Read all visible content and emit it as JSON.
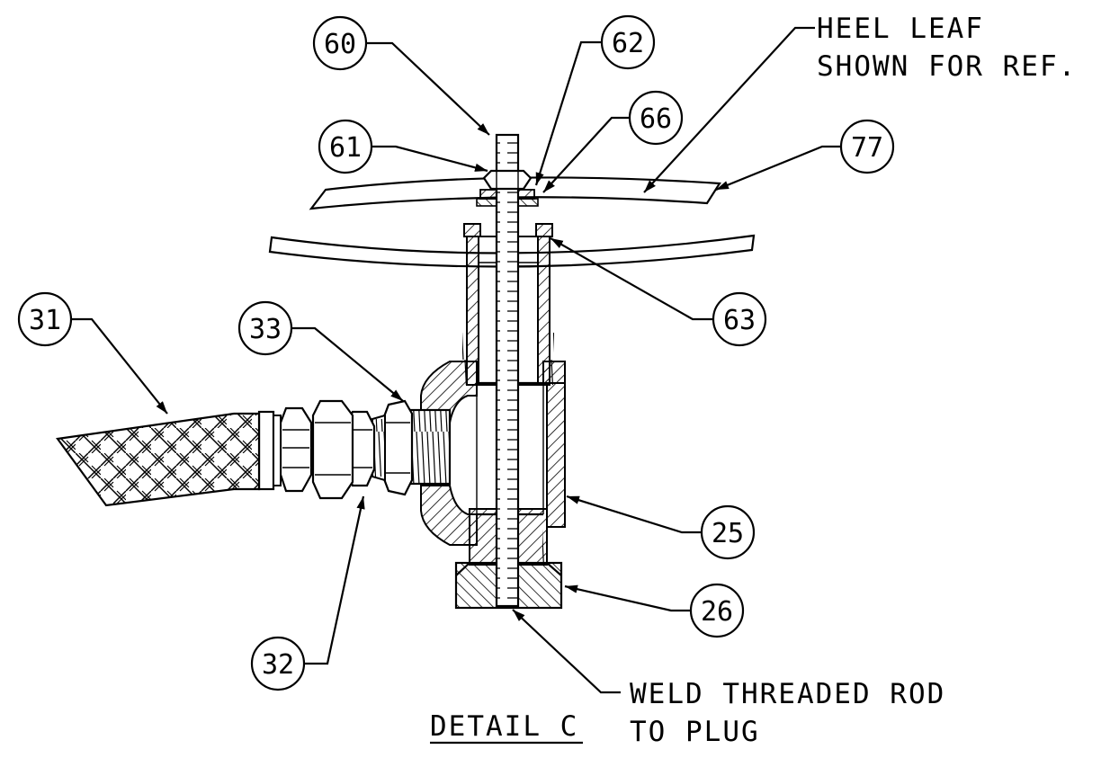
{
  "notes": {
    "heel_leaf_line1": "HEEL LEAF",
    "heel_leaf_line2": "SHOWN FOR REF.",
    "weld_line1": "WELD THREADED ROD",
    "weld_line2": "TO PLUG"
  },
  "title": "DETAIL C",
  "balloons": [
    {
      "id": "60",
      "label": "60"
    },
    {
      "id": "61",
      "label": "61"
    },
    {
      "id": "62",
      "label": "62"
    },
    {
      "id": "66",
      "label": "66"
    },
    {
      "id": "77",
      "label": "77"
    },
    {
      "id": "63",
      "label": "63"
    },
    {
      "id": "31",
      "label": "31"
    },
    {
      "id": "33",
      "label": "33"
    },
    {
      "id": "25",
      "label": "25"
    },
    {
      "id": "26",
      "label": "26"
    },
    {
      "id": "32",
      "label": "32"
    }
  ],
  "colors": {
    "line": "#000000",
    "background": "#ffffff"
  }
}
